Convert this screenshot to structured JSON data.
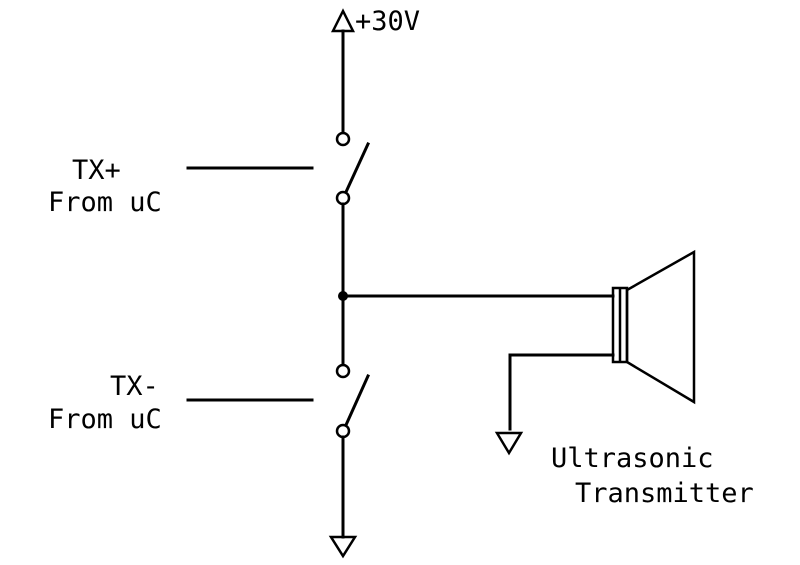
{
  "labels": {
    "supply": "+30V",
    "tx_plus": "TX+",
    "tx_plus_source": "From uC",
    "tx_minus": "TX-",
    "tx_minus_source": "From uC",
    "transducer_line1": "Ultrasonic",
    "transducer_line2": "Transmitter"
  },
  "symbols": {
    "supply": "arrow-up-icon",
    "ground": "ground-icon",
    "transducer": "speaker-icon",
    "switch": "switch-icon"
  },
  "colors": {
    "ink": "#000000",
    "paper": "#ffffff"
  }
}
